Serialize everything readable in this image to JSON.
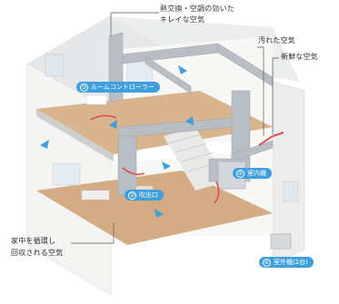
{
  "callouts": {
    "top_line1": "熱交換・空調の効いた",
    "top_line2": "キレイな空気",
    "dirty_air": "汚れた空気",
    "fresh_air": "新鮮な空気",
    "circulate_line1": "家中を循環し",
    "circulate_line2": "回収される空気"
  },
  "labels": {
    "indoor_unit": {
      "num": "①",
      "text": "室内機"
    },
    "outlet": {
      "num": "②",
      "text": "吹出口"
    },
    "room_controller": {
      "num": "③",
      "text": "ルームコントローラー"
    },
    "outdoor_unit": {
      "num": "④",
      "text": "室外機(2台)"
    }
  },
  "colors": {
    "accent_blue": "#3f9fdc",
    "warm_air_red": "#d9534f",
    "duct_grey": "#b9bec4",
    "wall_white": "#f3f3f1",
    "floor_wood": "#caa07a"
  }
}
